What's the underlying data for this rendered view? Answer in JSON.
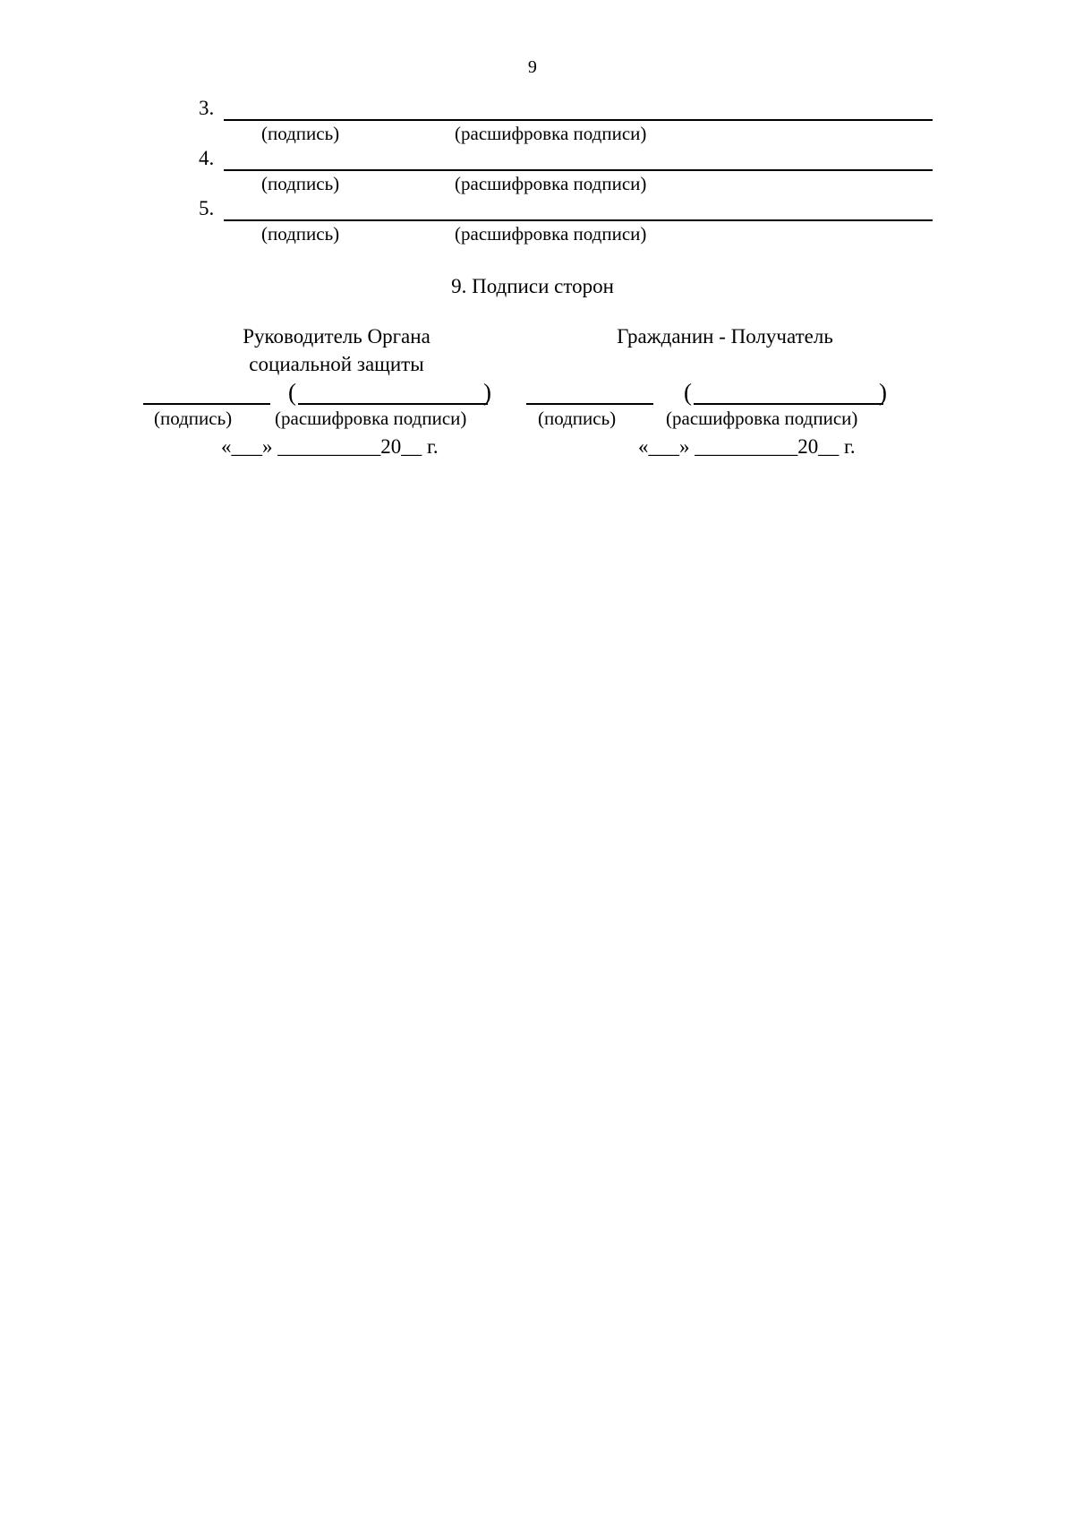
{
  "document": {
    "page_number": "9",
    "language": "ru"
  },
  "signature_list": {
    "items": [
      {
        "number": "3.",
        "signature_caption": "(подпись)",
        "name_caption": "(расшифровка подписи)"
      },
      {
        "number": "4.",
        "signature_caption": "(подпись)",
        "name_caption": "(расшифровка подписи)"
      },
      {
        "number": "5.",
        "signature_caption": "(подпись)",
        "name_caption": "(расшифровка подписи)"
      }
    ]
  },
  "section": {
    "heading": "9. Подписи сторон"
  },
  "parties": {
    "left": {
      "title_line1": "Руководитель Органа",
      "title_line2": "социальной защиты",
      "signature_caption": "(подпись)",
      "name_caption": "(расшифровка подписи)",
      "paren_open": "(",
      "paren_close": ")",
      "date_line": "«___» __________20__ г."
    },
    "right": {
      "title_line1": "Гражданин - Получатель",
      "title_line2": "",
      "signature_caption": "(подпись)",
      "name_caption": "(расшифровка подписи)",
      "paren_open": "(",
      "paren_close": ")",
      "date_line": "«___» __________20__ г."
    }
  },
  "colors": {
    "page_background": "#ffffff",
    "text": "#000000",
    "rule": "#000000"
  }
}
